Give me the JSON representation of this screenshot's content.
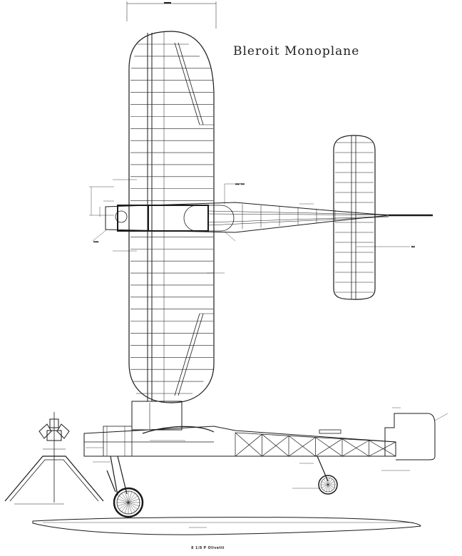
{
  "drawing": {
    "title": "Bleroit  Monoplane",
    "footer": "8 1/8 P Olivetti"
  },
  "wing": {
    "rib_count": 30
  },
  "tailplane": {
    "rib_count": 16
  },
  "fuselage": {
    "truss_bays": 6
  }
}
